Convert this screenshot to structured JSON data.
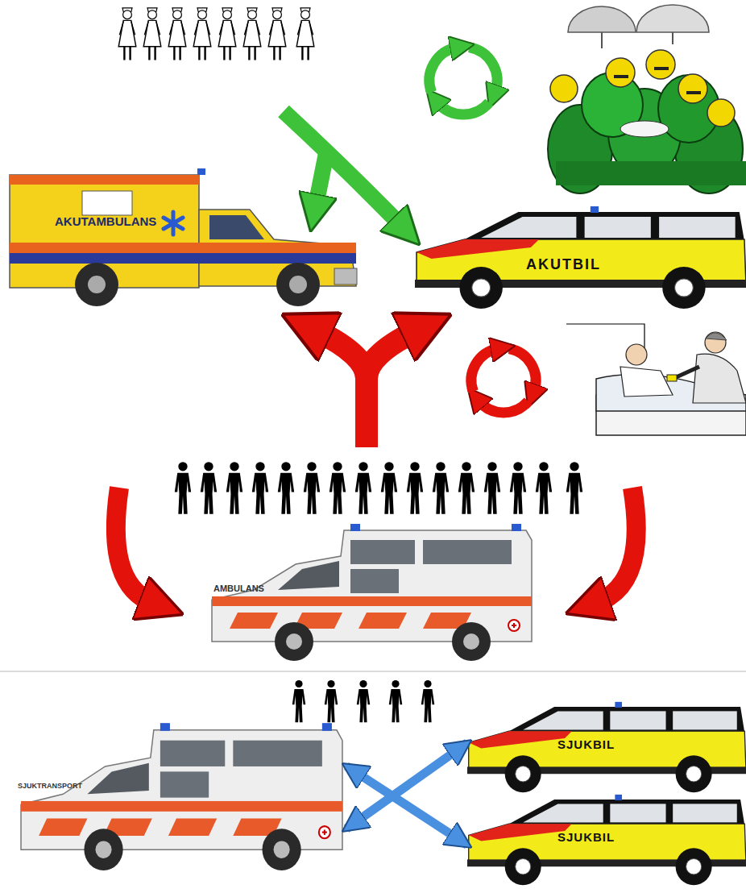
{
  "diagram": {
    "nodes": [
      {
        "text": [
          "AKUTAMBULANS"
        ]
      },
      {
        "text": [
          "AKUTBIL"
        ]
      },
      {
        "text": [
          "AMBULANS"
        ]
      },
      {
        "text": [
          "SJUKTRANSPORT"
        ]
      },
      {
        "text": [
          "SJUKBIL"
        ]
      },
      {
        "text": [
          "SJUKBIL"
        ]
      }
    ],
    "edges": [
      {
        "from": 3,
        "to": 4,
        "arrow": "both"
      },
      {
        "from": 3,
        "to": 5,
        "arrow": "both"
      }
    ]
  }
}
